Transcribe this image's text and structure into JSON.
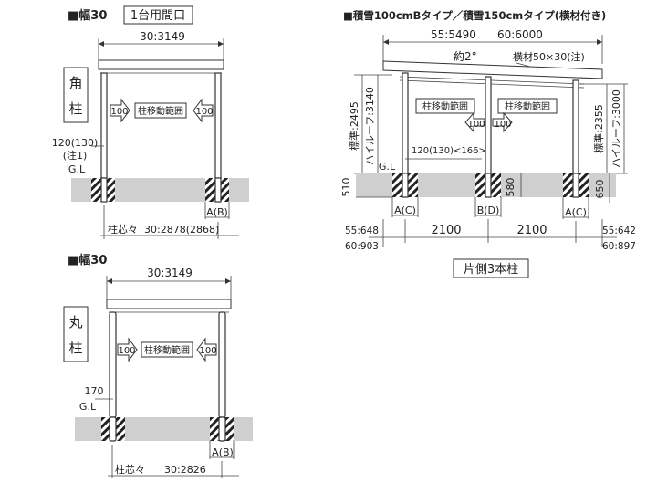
{
  "colors": {
    "ground": "#cfcfcf",
    "line": "#333333",
    "hatch": "#222222"
  },
  "icons": {
    "arrow": "outline-arrow-icon",
    "hatch": "diagonal-hatch-footing"
  },
  "top_left": {
    "title": "■幅30",
    "badge": "1台用間口",
    "width_dim": "30:3149",
    "post_type": [
      "角",
      "柱"
    ],
    "move_range": "柱移動範囲",
    "move_left": "100",
    "move_right": "100",
    "height_dim": "120(130)",
    "note": "(注1)",
    "gl": "G.L",
    "foot_label": "A(B)",
    "span_label": "柱芯々",
    "span_value": "30:2878(2868)"
  },
  "bottom_left": {
    "title": "■幅30",
    "width_dim": "30:3149",
    "post_type": [
      "丸",
      "柱"
    ],
    "move_range": "柱移動範囲",
    "move_left": "100",
    "move_right": "100",
    "height_dim": "170",
    "gl": "G.L",
    "foot_label": "A(B)",
    "span_label": "柱芯々",
    "span_value": "30:2826"
  },
  "right": {
    "title": "■積雪100cmBタイプ／積雪150cmタイプ(横材付き)",
    "width_dim_1": "55:5490",
    "width_dim_2": "60:6000",
    "angle": "約2°",
    "beam_note": "横材50×30(注)",
    "left_height_1": "標準:2495",
    "left_height_2": "ハイルーフ:3140",
    "right_height_1": "標準:2355",
    "right_height_2": "ハイルーフ:3000",
    "move_range": "柱移動範囲",
    "move_value": "100",
    "left_post_dim": "120(130)<166>",
    "gl": "G.L",
    "depth_left": "510",
    "depth_mid": "580",
    "depth_right": "650",
    "foot_left": "A(C)",
    "foot_mid": "B(D)",
    "foot_right": "A(C)",
    "span_left": "2100",
    "span_right": "2100",
    "edge_left_1": "55:648",
    "edge_left_2": "60:903",
    "edge_right_1": "55:642",
    "edge_right_2": "60:897",
    "caption": "片側3本柱"
  }
}
